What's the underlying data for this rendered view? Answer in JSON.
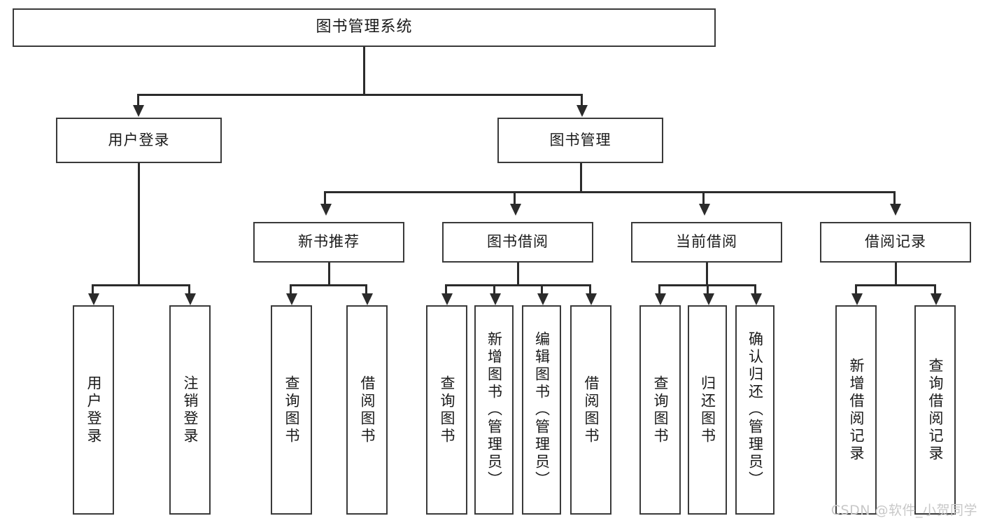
{
  "diagram": {
    "title": "图书管理系统",
    "watermark": "CSDN @软件_小贺同学",
    "levels": {
      "root": "图书管理系统",
      "level2": [
        "用户登录",
        "图书管理"
      ],
      "level3": [
        "新书推荐",
        "图书借阅",
        "当前借阅",
        "借阅记录"
      ]
    },
    "nodes": {
      "root": {
        "label": "图书管理系统"
      },
      "user_login": {
        "label": "用户登录"
      },
      "book_manage": {
        "label": "图书管理"
      },
      "new_book_rec": {
        "label": "新书推荐"
      },
      "book_borrow": {
        "label": "图书借阅"
      },
      "current_borrow": {
        "label": "当前借阅"
      },
      "borrow_record": {
        "label": "借阅记录"
      },
      "leaf_user_login": {
        "label": "用户登录"
      },
      "leaf_logout": {
        "label": "注销登录"
      },
      "leaf_query_book_1": {
        "label": "查询图书"
      },
      "leaf_borrow_book_1": {
        "label": "借阅图书"
      },
      "leaf_query_book_2": {
        "label": "查询图书"
      },
      "leaf_add_book": {
        "label": "新增图书（管理员）"
      },
      "leaf_edit_book": {
        "label": "编辑图书（管理员）"
      },
      "leaf_borrow_book_2": {
        "label": "借阅图书"
      },
      "leaf_query_book_3": {
        "label": "查询图书"
      },
      "leaf_return_book": {
        "label": "归还图书"
      },
      "leaf_confirm_return": {
        "label": "确认归还（管理员）"
      },
      "leaf_add_record": {
        "label": "新增借阅记录"
      },
      "leaf_query_record": {
        "label": "查询借阅记录"
      }
    },
    "colors": {
      "border": "#3a3a3a",
      "line": "#2b2b2b",
      "background": "#ffffff",
      "text": "#1a1a1a",
      "watermark": "#c8c8c8"
    }
  }
}
